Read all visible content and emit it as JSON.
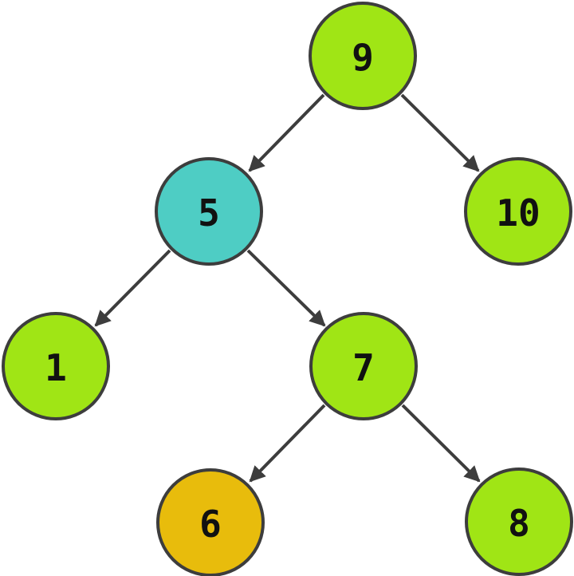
{
  "tree": {
    "colors": {
      "default": "#a0e515",
      "highlight_teal": "#4ecdc4",
      "highlight_orange": "#e8bc0c",
      "edge": "#3d3d3d"
    },
    "nodes": [
      {
        "id": "n9",
        "label": "9",
        "color": "#a0e515"
      },
      {
        "id": "n5",
        "label": "5",
        "color": "#4ecdc4"
      },
      {
        "id": "n10",
        "label": "10",
        "color": "#a0e515"
      },
      {
        "id": "n1",
        "label": "1",
        "color": "#a0e515"
      },
      {
        "id": "n7",
        "label": "7",
        "color": "#a0e515"
      },
      {
        "id": "n6",
        "label": "6",
        "color": "#e8bc0c"
      },
      {
        "id": "n8",
        "label": "8",
        "color": "#a0e515"
      }
    ],
    "edges": [
      {
        "from": "n9",
        "to": "n5"
      },
      {
        "from": "n9",
        "to": "n10"
      },
      {
        "from": "n5",
        "to": "n1"
      },
      {
        "from": "n5",
        "to": "n7"
      },
      {
        "from": "n7",
        "to": "n6"
      },
      {
        "from": "n7",
        "to": "n8"
      }
    ]
  }
}
